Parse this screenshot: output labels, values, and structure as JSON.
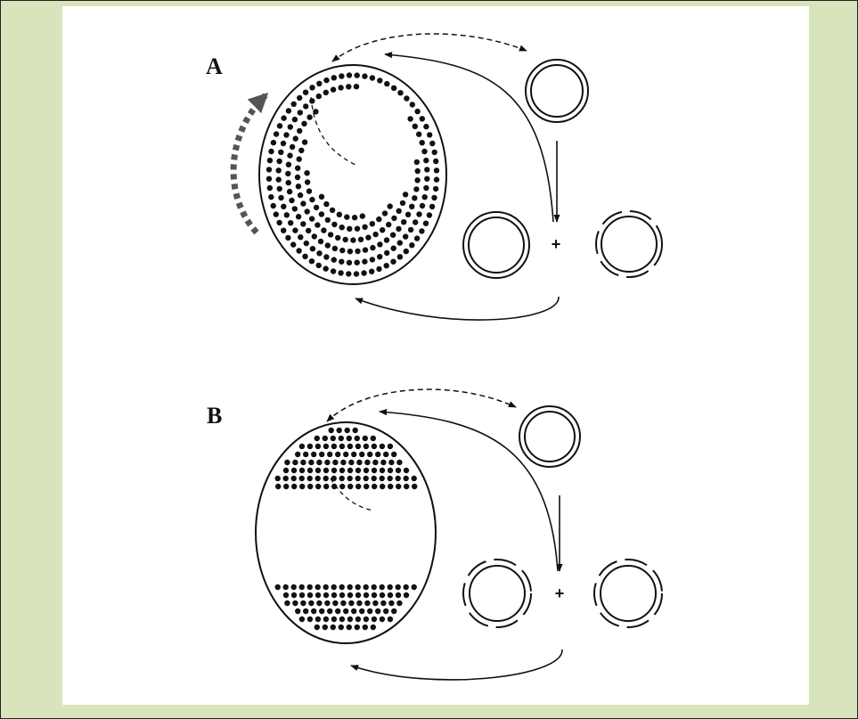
{
  "diagram": {
    "panels": [
      {
        "id": "A",
        "label": "A",
        "symbol": "+"
      },
      {
        "id": "B",
        "label": "B",
        "symbol": "+"
      }
    ],
    "colors": {
      "ink": "#111111",
      "frame_background": "#d8e4bc",
      "panel_background": "#ffffff",
      "rotation_arrow": "#555555"
    }
  }
}
